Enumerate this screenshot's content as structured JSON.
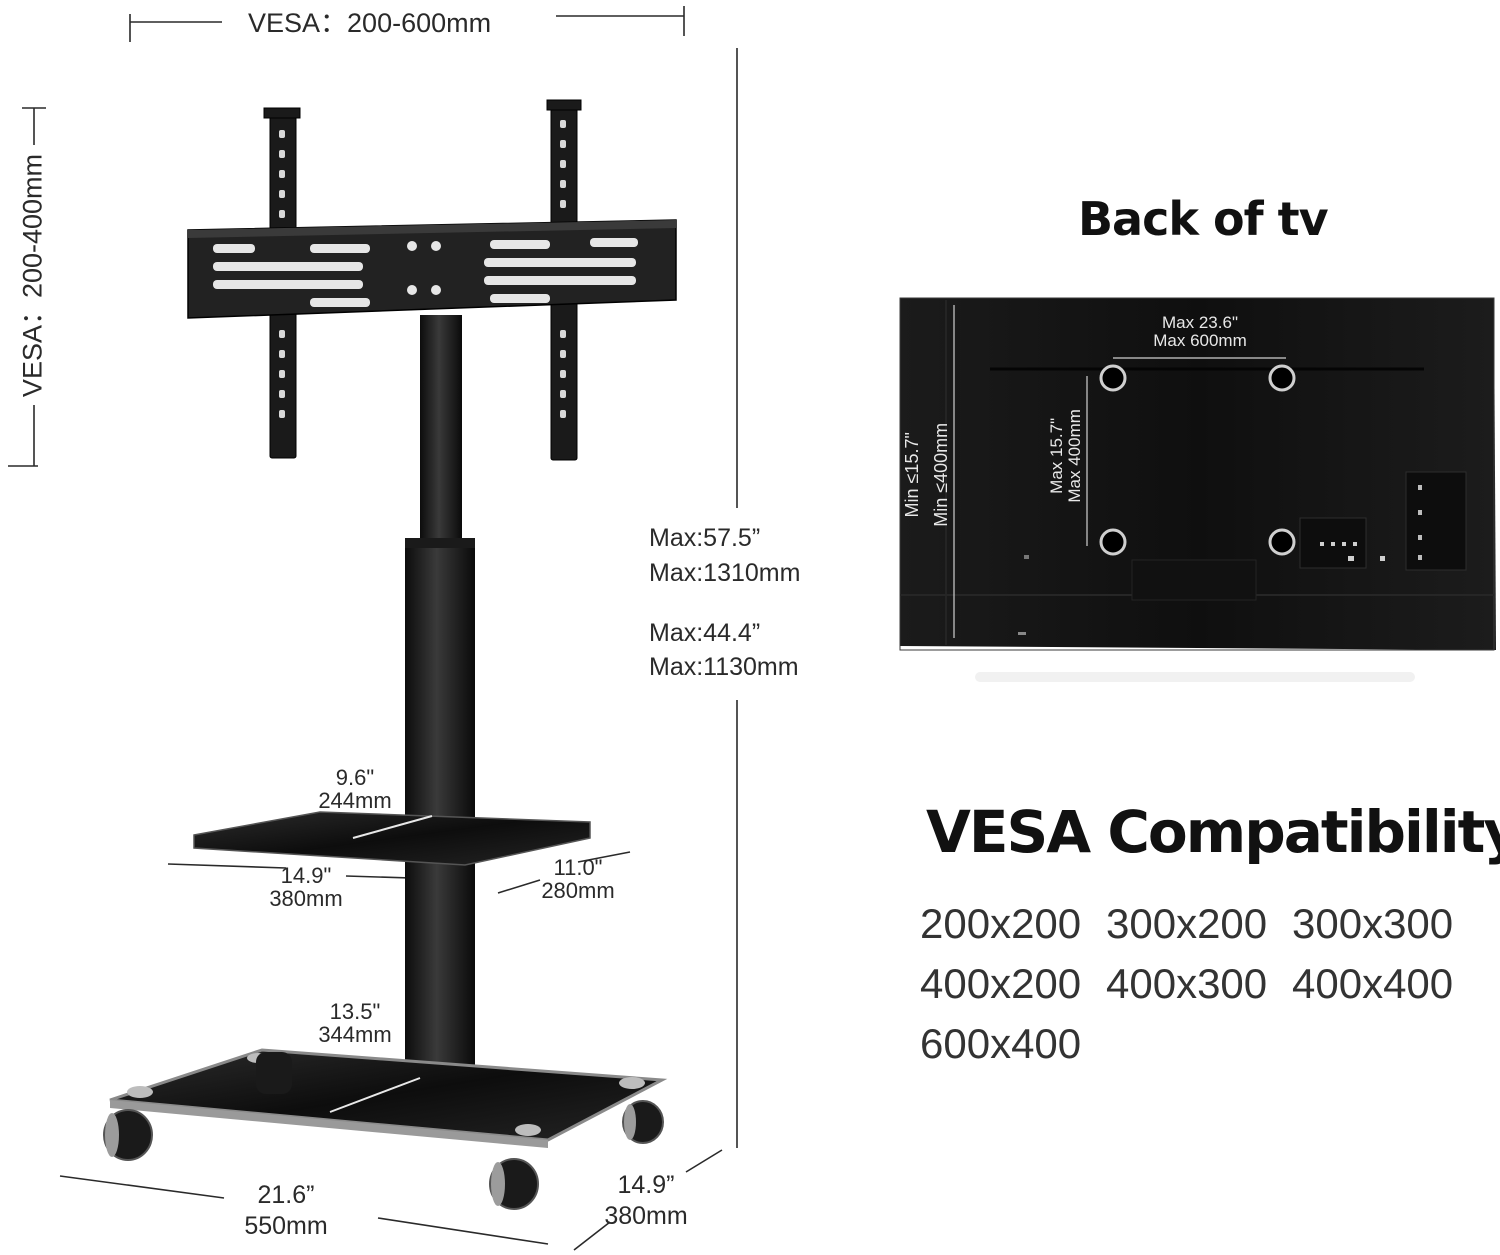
{
  "stand": {
    "vesa_horizontal": "VESA：200-600mm",
    "vesa_vertical": "VESA：200-400mm",
    "height_max_in": "Max:57.5”",
    "height_max_mm": "Max:1310mm",
    "height_min_in": "Max:44.4”",
    "height_min_mm": "Max:1130mm",
    "shelf_depth_in": "9.6\"",
    "shelf_depth_mm": "244mm",
    "shelf_width_in": "14.9\"",
    "shelf_width_mm": "380mm",
    "shelf_length_in": "11.0\"",
    "shelf_length_mm": "280mm",
    "base_depth_in": "13.5\"",
    "base_depth_mm": "344mm",
    "base_width_in": "21.6”",
    "base_width_mm": "550mm",
    "base_length_in": "14.9”",
    "base_length_mm": "380mm"
  },
  "tv": {
    "title": "Back of  tv",
    "max_width_in": "Max 23.6\"",
    "max_width_mm": "Max 600mm",
    "max_height_in": "Max 15.7\"",
    "max_height_mm": "Max 400mm",
    "min_height_in": "Min ≤15.7\"",
    "min_height_mm": "Min ≤400mm"
  },
  "compat": {
    "title": "VESA Compatibility",
    "sizes": [
      "200x200",
      "300x200",
      "300x300",
      "400x200",
      "400x300",
      "400x400",
      "600x400"
    ]
  }
}
